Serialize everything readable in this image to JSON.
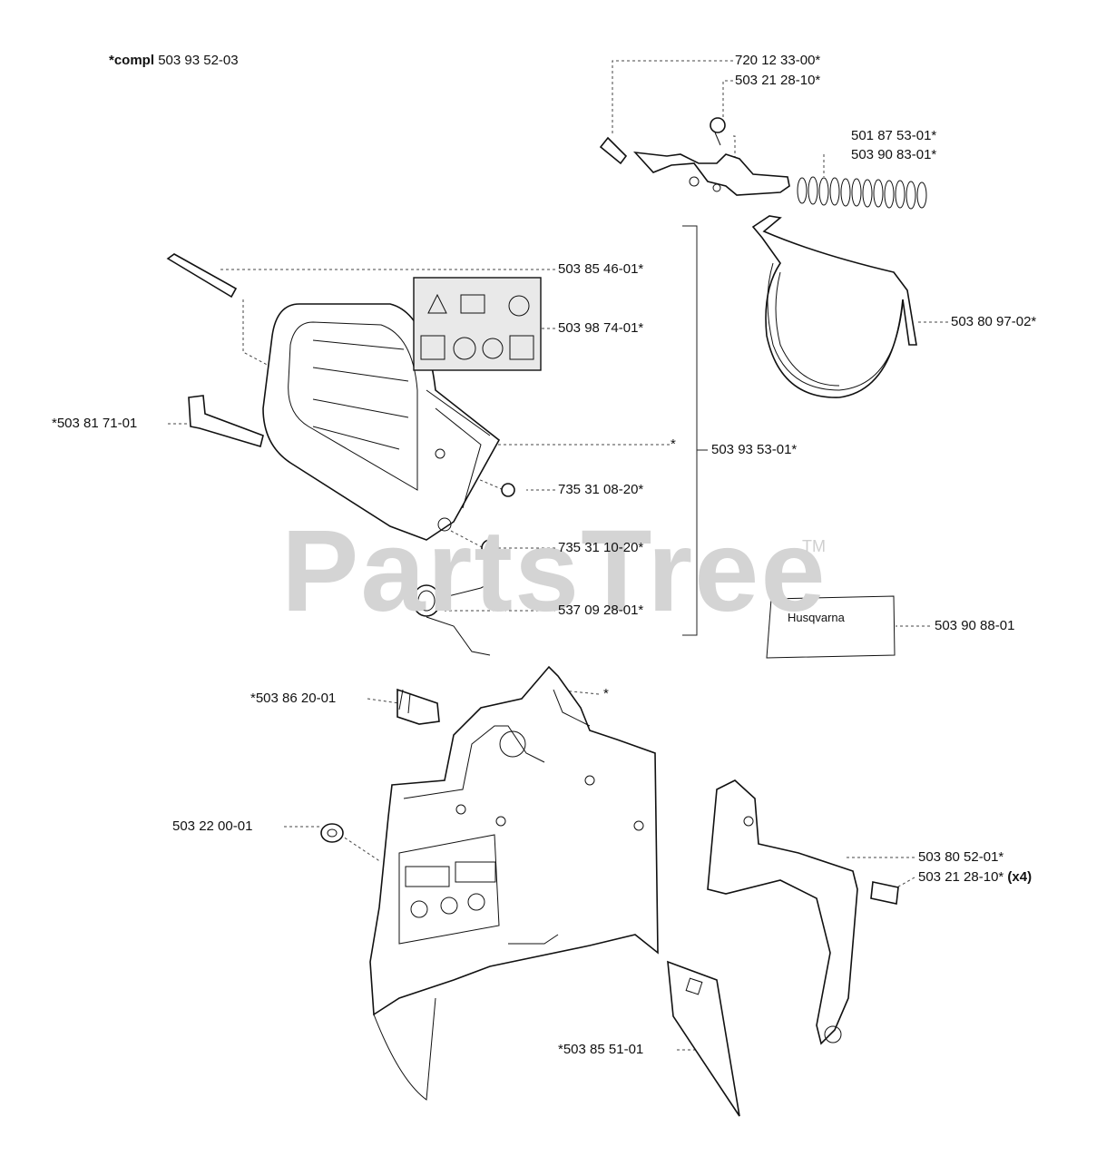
{
  "header": {
    "compl_prefix": "*compl",
    "compl_number": "503 93 52-03"
  },
  "watermark": {
    "text": "PartsTree",
    "tm": "TM"
  },
  "brand_label": "Husqvarna",
  "callouts": {
    "c1": "720 12 33-00*",
    "c2": "503 21 28-10*",
    "c3": "501 87 53-01*",
    "c4": "503 90 83-01*",
    "c5": "503 85 46-01*",
    "c6": "503 98 74-01*",
    "c7": "503 80 97-02*",
    "c8": "*503 81 71-01",
    "c9": "*",
    "c10": "503 93 53-01*",
    "c11": "735 31 08-20*",
    "c12": "735 31 10-20*",
    "c13": "537 09 28-01*",
    "c14": "503 90 88-01",
    "c15": "*503 86 20-01",
    "c16": "*",
    "c17": "503 22 00-01",
    "c18": "503 80 52-01*",
    "c19": "503 21 28-10*",
    "c19_qty": "(x4)",
    "c20": "*503 85 51-01"
  }
}
